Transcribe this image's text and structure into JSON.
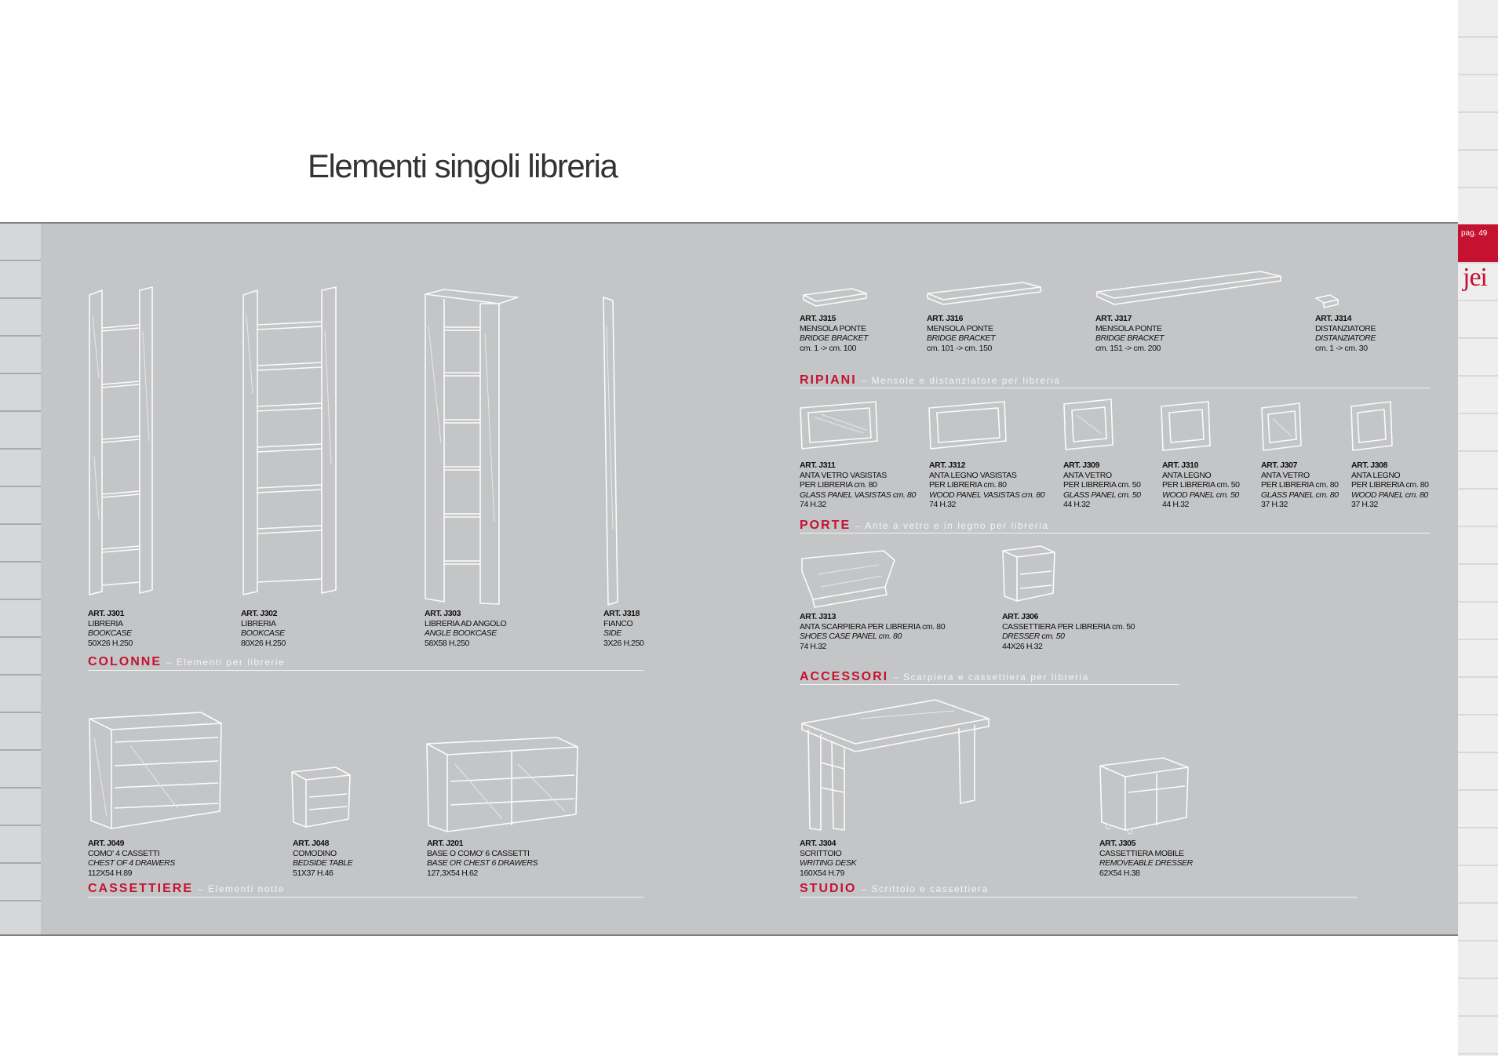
{
  "page": {
    "title": "Elementi singoli libreria",
    "page_number": "pag. 49",
    "brand": "jei"
  },
  "colonne": {
    "title": "COLONNE",
    "subtitle": "– Elementi per librerie",
    "items": [
      {
        "code": "ART. J301",
        "name": "LIBRERIA",
        "name_en": "BOOKCASE",
        "size": "50X26 H.250"
      },
      {
        "code": "ART. J302",
        "name": "LIBRERIA",
        "name_en": "BOOKCASE",
        "size": "80X26 H.250"
      },
      {
        "code": "ART. J303",
        "name": "LIBRERIA AD ANGOLO",
        "name_en": "ANGLE BOOKCASE",
        "size": "58X58 H.250"
      },
      {
        "code": "ART. J318",
        "name": "FIANCO",
        "name_en": "SIDE",
        "size": "3X26 H.250"
      }
    ]
  },
  "cassettiere": {
    "title": "CASSETTIERE",
    "subtitle": "– Elementi notte",
    "items": [
      {
        "code": "ART. J049",
        "name": "COMO' 4 CASSETTI",
        "name_en": "CHEST OF 4 DRAWERS",
        "size": "112X54 H.89"
      },
      {
        "code": "ART. J048",
        "name": "COMODINO",
        "name_en": "BEDSIDE TABLE",
        "size": "51X37 H.46"
      },
      {
        "code": "ART. J201",
        "name": "BASE O COMO' 6 CASSETTI",
        "name_en": "BASE OR CHEST 6 DRAWERS",
        "size": "127,3X54 H.62"
      }
    ]
  },
  "ripiani": {
    "title": "RIPIANI",
    "subtitle": "– Mensole e distanziatore per libreria",
    "items": [
      {
        "code": "ART. J315",
        "name": "MENSOLA PONTE",
        "name_en": "BRIDGE BRACKET",
        "size": "cm. 1 -> cm. 100"
      },
      {
        "code": "ART. J316",
        "name": "MENSOLA PONTE",
        "name_en": "BRIDGE BRACKET",
        "size": "cm. 101 -> cm. 150"
      },
      {
        "code": "ART. J317",
        "name": "MENSOLA PONTE",
        "name_en": "BRIDGE BRACKET",
        "size": "cm. 151 -> cm. 200"
      },
      {
        "code": "ART. J314",
        "name": "DISTANZIATORE",
        "name_en": "DISTANZIATORE",
        "size": "cm. 1 -> cm. 30"
      }
    ]
  },
  "porte": {
    "title": "PORTE",
    "subtitle": "– Ante a vetro e in legno per libreria",
    "items": [
      {
        "code": "ART. J311",
        "name": "ANTA VETRO VASISTAS",
        "name2": "PER LIBRERIA cm. 80",
        "name_en": "GLASS PANEL VASISTAS cm. 80",
        "size": "74 H.32"
      },
      {
        "code": "ART. J312",
        "name": "ANTA LEGNO VASISTAS",
        "name2": "PER LIBRERIA cm. 80",
        "name_en": "WOOD PANEL VASISTAS cm. 80",
        "size": "74 H.32"
      },
      {
        "code": "ART. J309",
        "name": "ANTA VETRO",
        "name2": "PER LIBRERIA cm. 50",
        "name_en": "GLASS PANEL cm. 50",
        "size": "44 H.32"
      },
      {
        "code": "ART. J310",
        "name": "ANTA LEGNO",
        "name2": "PER LIBRERIA cm. 50",
        "name_en": "WOOD PANEL cm. 50",
        "size": "44 H.32"
      },
      {
        "code": "ART. J307",
        "name": "ANTA VETRO",
        "name2": "PER LIBRERIA cm. 80",
        "name_en": "GLASS PANEL cm. 80",
        "size": "37 H.32"
      },
      {
        "code": "ART. J308",
        "name": "ANTA LEGNO",
        "name2": "PER LIBRERIA cm. 80",
        "name_en": "WOOD PANEL cm. 80",
        "size": "37 H.32"
      }
    ]
  },
  "accessori": {
    "title": "ACCESSORI",
    "subtitle": "– Scarpiera e cassettiera per libreria",
    "items": [
      {
        "code": "ART. J313",
        "name": "ANTA SCARPIERA PER LIBRERIA cm. 80",
        "name_en": "SHOES CASE PANEL cm. 80",
        "size": "74 H.32"
      },
      {
        "code": "ART. J306",
        "name": "CASSETTIERA PER LIBRERIA cm. 50",
        "name_en": "DRESSER cm. 50",
        "size": "44X26 H.32"
      }
    ]
  },
  "studio": {
    "title": "STUDIO",
    "subtitle": "– Scrittoio e cassettiera",
    "items": [
      {
        "code": "ART. J304",
        "name": "SCRITTOIO",
        "name_en": "WRITING DESK",
        "size": "160X54 H.79"
      },
      {
        "code": "ART. J305",
        "name": "CASSETTIERA MOBILE",
        "name_en": "REMOVEABLE DRESSER",
        "size": "62X54 H.38"
      }
    ]
  }
}
